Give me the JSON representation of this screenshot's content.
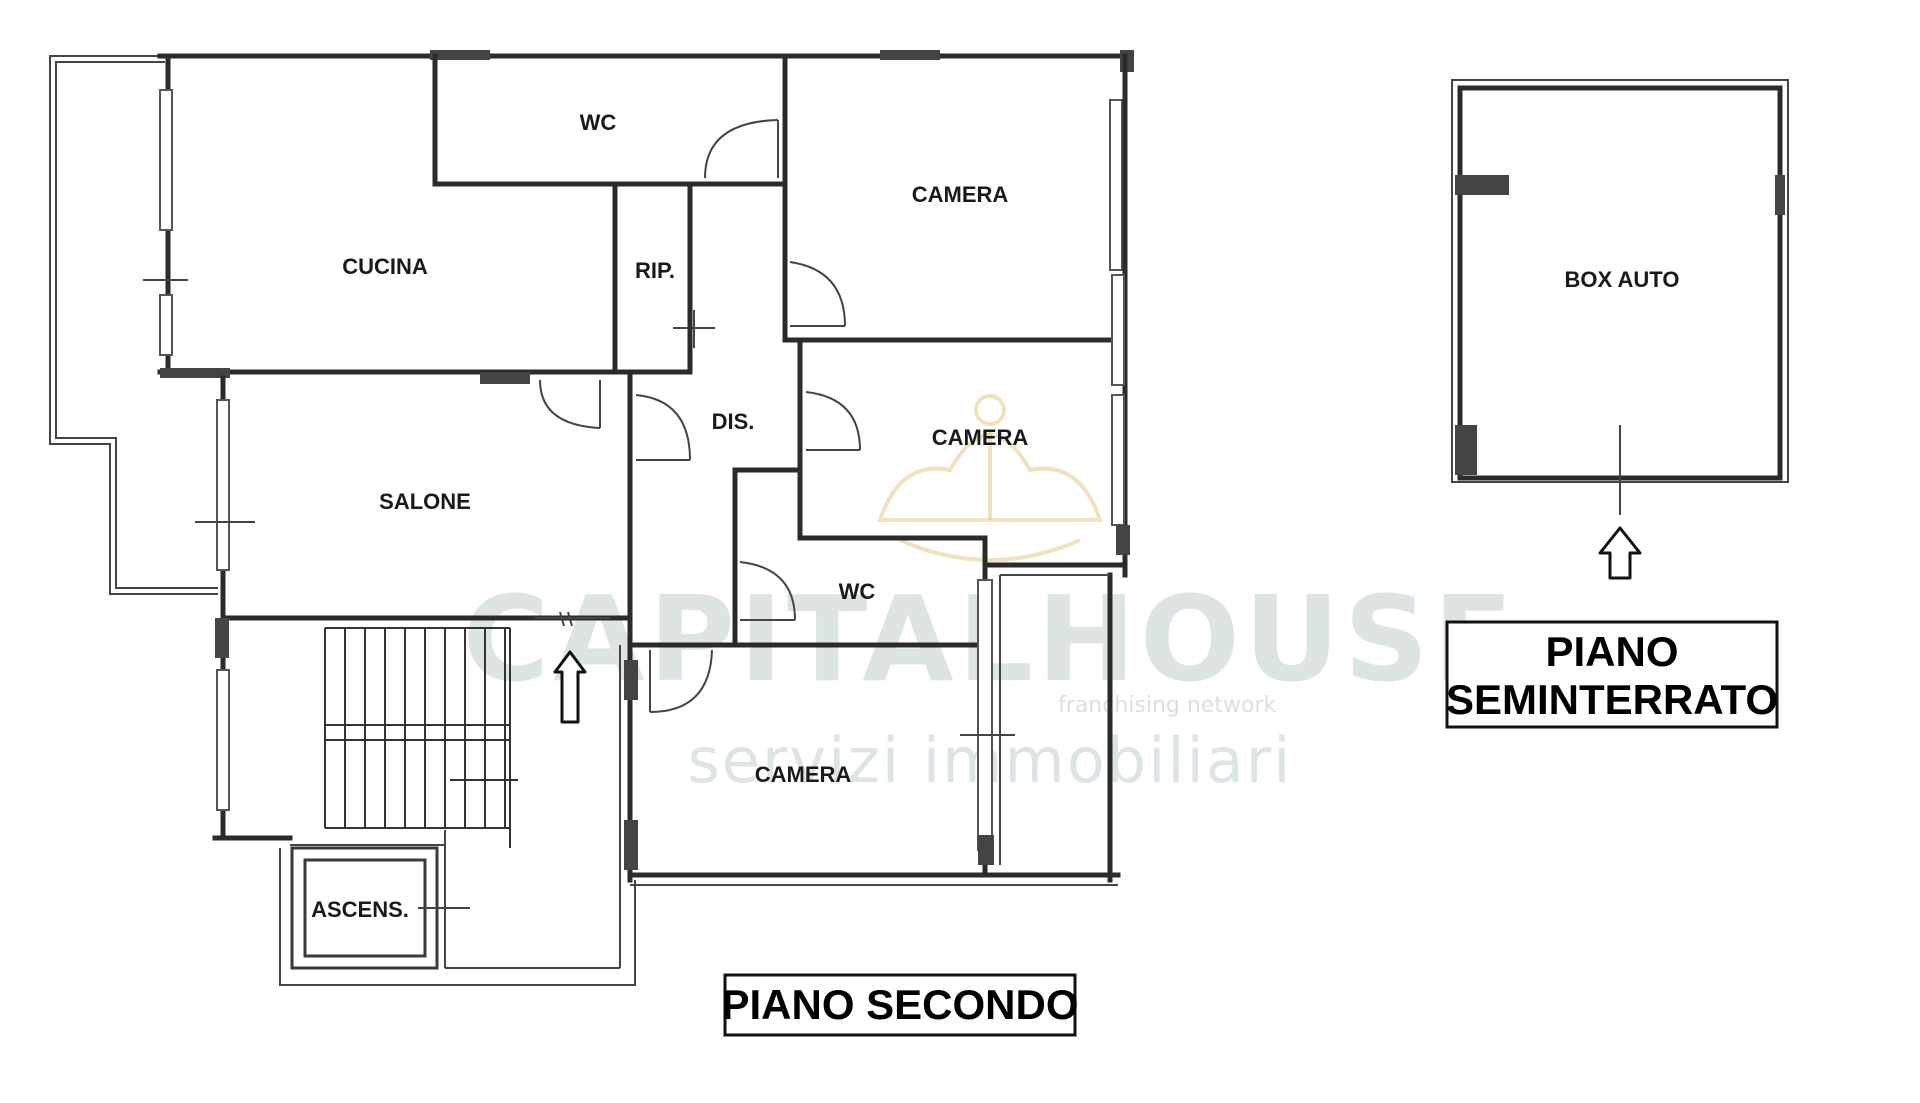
{
  "plan": {
    "rooms": {
      "wc_top": "WC",
      "cucina": "CUCINA",
      "rip": "RIP.",
      "camera_1": "CAMERA",
      "camera_2": "CAMERA",
      "dis": "DIS.",
      "salone": "SALONE",
      "wc_mid": "WC",
      "camera_3": "CAMERA",
      "ascens": "ASCENS.",
      "box_auto": "BOX AUTO"
    },
    "floor_titles": {
      "second": "PIANO SECONDO",
      "basement_line1": "PIANO",
      "basement_line2": "SEMINTERRATO"
    }
  },
  "watermark": {
    "brand": "CAPITALHOUSE",
    "tagline": "franchising network",
    "subtitle": "servizi immobiliari"
  }
}
